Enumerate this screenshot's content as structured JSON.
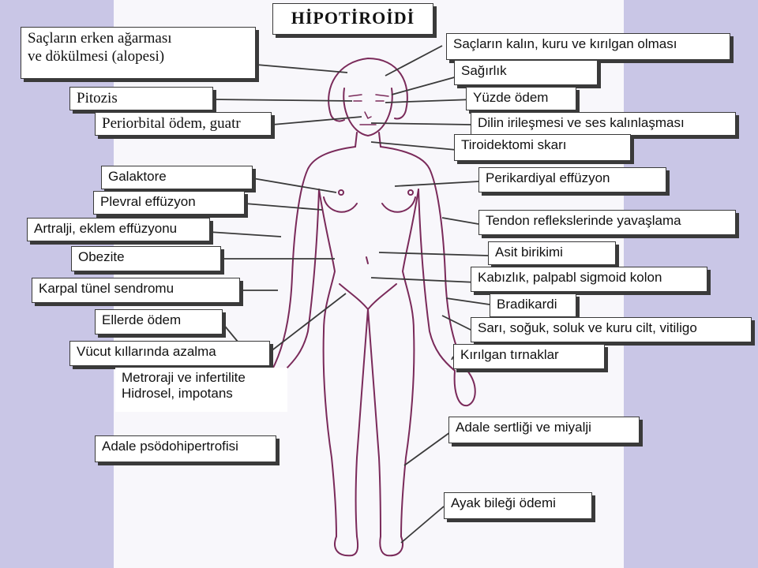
{
  "title": "HİPOTİROİDİ",
  "left_labels": [
    {
      "key": "alopesi",
      "lines": [
        "Saçların erken ağarması",
        "ve dökülmesi (alopesi)"
      ]
    },
    {
      "key": "pitozis",
      "lines": [
        "Pitozis"
      ]
    },
    {
      "key": "periorbital",
      "lines": [
        "Periorbital ödem, guatr"
      ]
    },
    {
      "key": "galaktore",
      "lines": [
        "Galaktore"
      ]
    },
    {
      "key": "plevral",
      "lines": [
        "Plevral effüzyon"
      ]
    },
    {
      "key": "artralji",
      "lines": [
        "Artralji, eklem effüzyonu"
      ]
    },
    {
      "key": "obezite",
      "lines": [
        "Obezite"
      ]
    },
    {
      "key": "karpal",
      "lines": [
        "Karpal  tünel sendromu"
      ]
    },
    {
      "key": "ellerde",
      "lines": [
        "Ellerde ödem"
      ]
    },
    {
      "key": "kil",
      "lines": [
        "Vücut kıllarında azalma"
      ]
    },
    {
      "key": "metroraji",
      "lines": [
        "Metroraji ve infertilite",
        "Hidrosel, impotans"
      ]
    },
    {
      "key": "adale_pso",
      "lines": [
        "Adale psödohipertrofisi"
      ]
    }
  ],
  "right_labels": [
    {
      "key": "sac",
      "lines": [
        "Saçların kalın, kuru ve kırılgan olması"
      ]
    },
    {
      "key": "sagirlik",
      "lines": [
        "Sağırlık"
      ]
    },
    {
      "key": "yuzde",
      "lines": [
        "Yüzde ödem"
      ]
    },
    {
      "key": "dil",
      "lines": [
        "Dilin irileşmesi ve ses kalınlaşması"
      ]
    },
    {
      "key": "tiroidektomi",
      "lines": [
        "Tiroidektomi skarı"
      ]
    },
    {
      "key": "perikardiyal",
      "lines": [
        "Perikardiyal effüzyon"
      ]
    },
    {
      "key": "tendon",
      "lines": [
        "Tendon reflekslerinde yavaşlama"
      ]
    },
    {
      "key": "asit",
      "lines": [
        "Asit birikimi"
      ]
    },
    {
      "key": "kabizlik",
      "lines": [
        "Kabızlık, palpabl sigmoid kolon"
      ]
    },
    {
      "key": "bradikardi",
      "lines": [
        "Bradikardi"
      ]
    },
    {
      "key": "cilt",
      "lines": [
        "Sarı, soğuk, soluk ve kuru cilt, vitiligo"
      ]
    },
    {
      "key": "tirnak",
      "lines": [
        "Kırılgan tırnaklar"
      ]
    },
    {
      "key": "adale_sert",
      "lines": [
        "Adale sertliği ve miyalji"
      ]
    },
    {
      "key": "ayak",
      "lines": [
        "Ayak bileği ödemi"
      ]
    }
  ]
}
